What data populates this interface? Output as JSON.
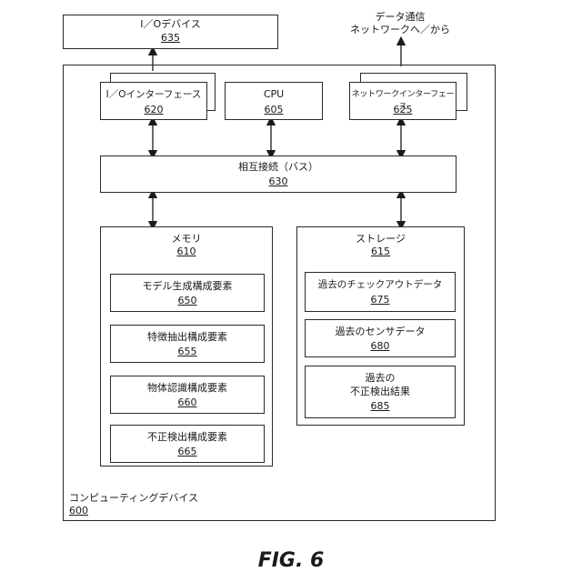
{
  "io_device": {
    "label": "I／Oデバイス",
    "ref": "635"
  },
  "data_comm": {
    "line1": "データ通信",
    "line2": "ネットワークへ／から"
  },
  "computing_device": {
    "label": "コンピューティングデバイス",
    "ref": "600"
  },
  "io_interface": {
    "label": "I／Oインターフェース",
    "ref": "620"
  },
  "cpu": {
    "label": "CPU",
    "ref": "605"
  },
  "network_interface": {
    "label": "ネットワークインターフェース",
    "ref": "625"
  },
  "bus": {
    "label": "相互接続（バス）",
    "ref": "630"
  },
  "memory": {
    "label": "メモリ",
    "ref": "610",
    "items": [
      {
        "label": "モデル生成構成要素",
        "ref": "650"
      },
      {
        "label": "特徴抽出構成要素",
        "ref": "655"
      },
      {
        "label": "物体認識構成要素",
        "ref": "660"
      },
      {
        "label": "不正検出構成要素",
        "ref": "665"
      }
    ]
  },
  "storage": {
    "label": "ストレージ",
    "ref": "615",
    "items": [
      {
        "label": "過去のチェックアウトデータ",
        "ref": "675"
      },
      {
        "label": "過去のセンサデータ",
        "ref": "680"
      },
      {
        "label_line1": "過去の",
        "label_line2": "不正検出結果",
        "ref": "685"
      }
    ]
  },
  "figure_label": "FIG. 6"
}
